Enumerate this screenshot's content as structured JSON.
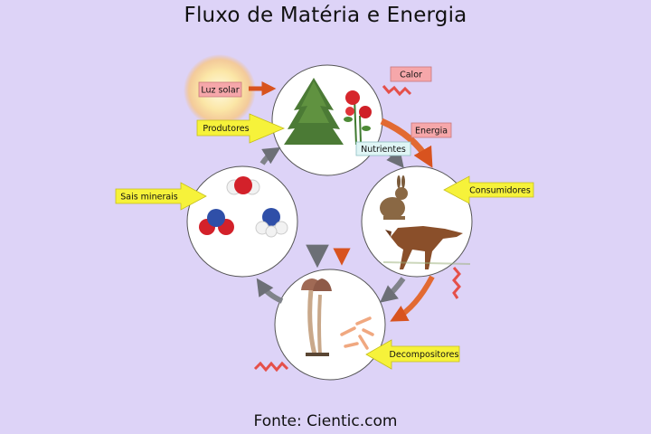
{
  "title": "Fluxo de Matéria e Energia",
  "caption": "Fonte: Cientic.com",
  "labels": {
    "sun": "Luz solar",
    "heat": "Calor",
    "energy": "Energia",
    "nutrients": "Nutrientes",
    "producers": "Produtores",
    "consumers": "Consumidores",
    "minerals": "Sais minerais",
    "decomposers": "Decompositores"
  },
  "colors": {
    "background": "#ddd3f7",
    "energy_arrow": "#e0602a",
    "matter_arrow": "#7d7f86",
    "yellow_label": "#f6f23a",
    "pink_label": "#f6a7aa"
  }
}
